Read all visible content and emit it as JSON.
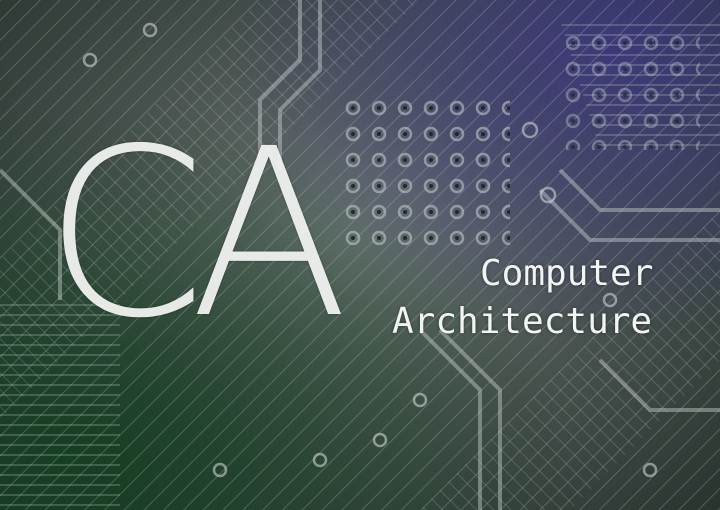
{
  "logo": {
    "letter_c": "C",
    "letter_a": "A"
  },
  "title": {
    "line1": "Computer",
    "line2": "Architecture"
  },
  "colors": {
    "text": "#f4f6f4",
    "board_gray": "#7f8a86",
    "board_green": "#1f5a2f",
    "board_purple": "#463c96"
  },
  "background": {
    "description_icon": "circuit-board-texture"
  }
}
